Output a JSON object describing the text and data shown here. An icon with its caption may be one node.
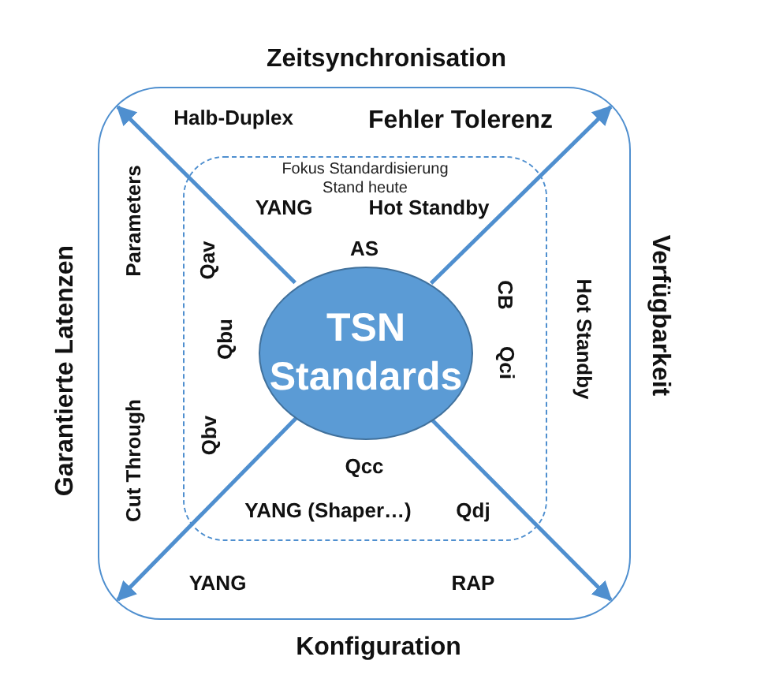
{
  "diagram": {
    "nodes": [
      {
        "text": [],
        "shape": "box"
      },
      {
        "text": [
          "Fokus Standardisierung Stand heute"
        ],
        "in": 0
      },
      {
        "text": [
          "TSN Standards"
        ],
        "in": 1
      }
    ],
    "edges": [
      {
        "from": 2,
        "to": 0,
        "arrow": "to"
      },
      {
        "from": 2,
        "to": 0,
        "arrow": "to"
      },
      {
        "from": 2,
        "to": 0,
        "arrow": "to"
      },
      {
        "from": 2,
        "to": 0,
        "arrow": "to"
      }
    ],
    "labels": [
      "Zeitsynchronisation",
      "Halb-Duplex",
      "Fehler Tolerenz",
      "YANG",
      "Hot Standby",
      "AS",
      "Parameters",
      "Qav",
      "CB",
      "Hot Standby",
      "Garantierte Latenzen",
      "Verfügbarkeit",
      "Qbu",
      "Qci",
      "Cut Through",
      "Qbv",
      "Qcc",
      "YANG (Shaper…)",
      "Qdj",
      "YANG",
      "RAP",
      "Konfiguration"
    ]
  }
}
